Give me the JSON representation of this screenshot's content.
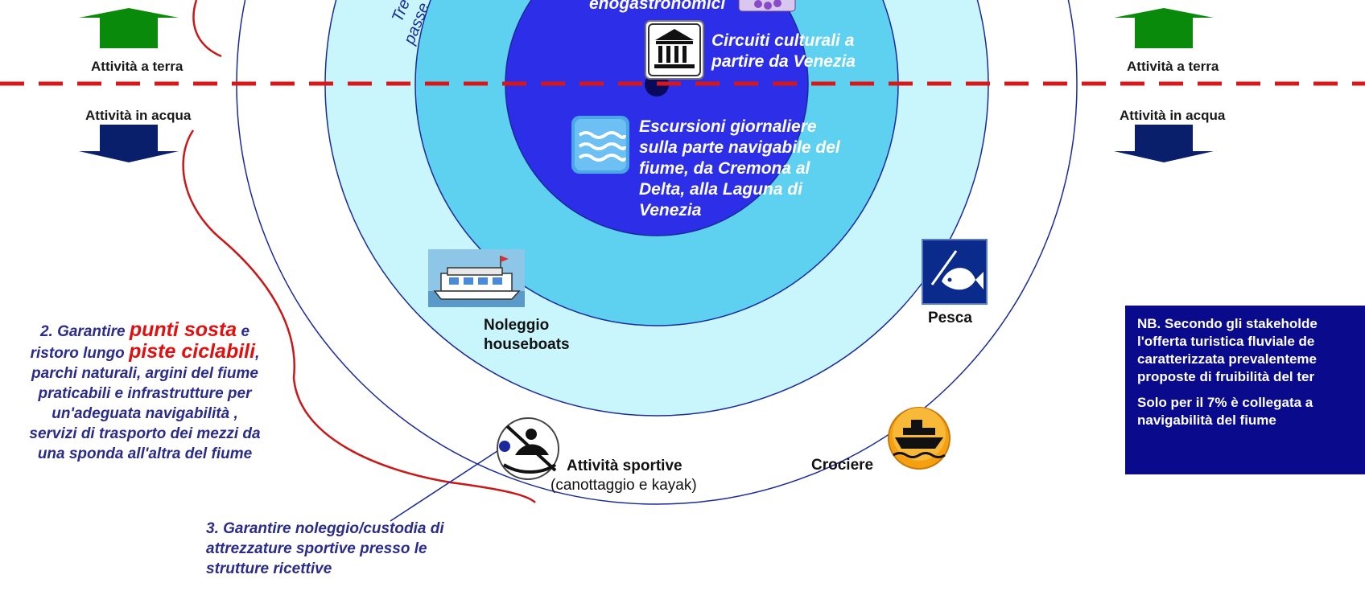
{
  "labels": {
    "land_left": "Attività a terra",
    "water_left": "Attività in acqua",
    "land_right": "Attività a terra",
    "water_right": "Attività in acqua"
  },
  "top_partial": {
    "enogastronomici": "enogastronomici",
    "tre": "Tre",
    "passe": "passe"
  },
  "inner_items": {
    "circuiti_line1": "Circuiti culturali a",
    "circuiti_line2": "partire da Venezia",
    "escursioni_line1": "Escursioni giornaliere",
    "escursioni_line2": "sulla parte navigabile del",
    "escursioni_line3": "fiume, da Cremona al",
    "escursioni_line4": "Delta, alla Laguna di",
    "escursioni_line5": "Venezia"
  },
  "activities": {
    "noleggio_line1": "Noleggio",
    "noleggio_line2": "houseboats",
    "pesca": "Pesca",
    "sportive_main": "Attività sportive",
    "sportive_sub": "(canottaggio e kayak)",
    "crociere": "Crociere"
  },
  "note2": {
    "prefix": "2. Garantire ",
    "hl1": "punti sosta",
    "mid1": " e",
    "line2_pre": "ristoro lungo ",
    "hl2": "piste ciclabili",
    "line2_post": ",",
    "line3": "parchi naturali, argini del fiume",
    "line4": "praticabili e infrastrutture per",
    "line5": "un'adeguata navigabilità ,",
    "line6": "servizi di trasporto dei mezzi da",
    "line7": "una sponda all'altra del fiume"
  },
  "note3": {
    "line1": "3. Garantire noleggio/custodia di",
    "line2": "attrezzature sportive presso le",
    "line3": "strutture ricettive"
  },
  "nb_box": {
    "p1_line1": "NB. Secondo gli stakeholde",
    "p1_line2": "l'offerta turistica fluviale de",
    "p1_line3": "caratterizzata prevalenteme",
    "p1_line4": "proposte di fruibilità del ter",
    "p2_line1": "Solo per il 7% è collegata a",
    "p2_line2": "navigabilità del fiume"
  },
  "colors": {
    "outer_ring": "#ffffff",
    "middle_ring": "#c8f6fc",
    "inner_ring": "#5ed0f0",
    "core": "#2d2ee8",
    "ring_stroke": "#1a2a9c",
    "dash_line": "#d81818",
    "arrow_up": "#0a8a0a",
    "arrow_down": "#0a1f6b",
    "bracket": "#c81818",
    "nb_bg": "#0a0a8c"
  }
}
